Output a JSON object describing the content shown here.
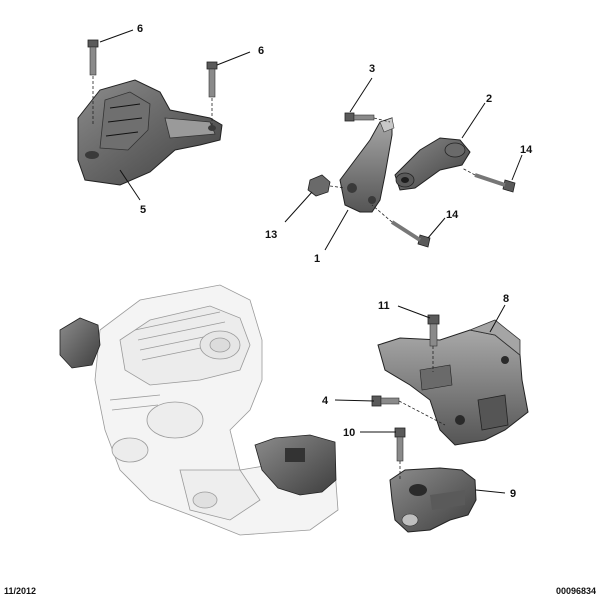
{
  "callouts": [
    {
      "id": "6a",
      "text": "6"
    },
    {
      "id": "6b",
      "text": "6"
    },
    {
      "id": "5",
      "text": "5"
    },
    {
      "id": "3",
      "text": "3"
    },
    {
      "id": "2",
      "text": "2"
    },
    {
      "id": "14a",
      "text": "14"
    },
    {
      "id": "14b",
      "text": "14"
    },
    {
      "id": "13",
      "text": "13"
    },
    {
      "id": "1",
      "text": "1"
    },
    {
      "id": "11",
      "text": "11"
    },
    {
      "id": "8",
      "text": "8"
    },
    {
      "id": "4",
      "text": "4"
    },
    {
      "id": "10",
      "text": "10"
    },
    {
      "id": "9",
      "text": "9"
    }
  ],
  "footer": {
    "date": "11/2012",
    "reference": "00096834"
  },
  "colors": {
    "part_dark": "#4a4a4a",
    "part_mid": "#7a7a7a",
    "part_light": "#b5b5b5",
    "engine_line": "#9a9a9a",
    "label": "#111111"
  }
}
